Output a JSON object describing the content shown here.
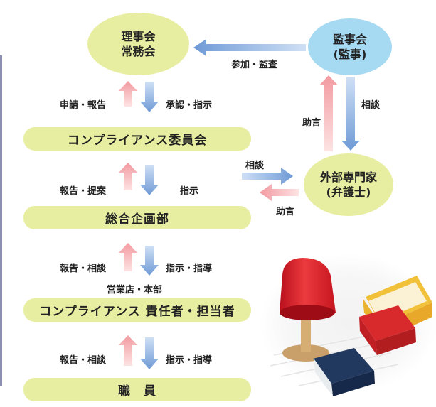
{
  "nodes": {
    "board": {
      "line1": "理事会",
      "line2": "常務会"
    },
    "auditor": {
      "line1": "監事会",
      "line2": "(監事)"
    },
    "committee": {
      "label": "コンプライアンス委員会"
    },
    "planning": {
      "label": "総合企画部"
    },
    "expert": {
      "line1": "外部専門家",
      "line2": "(弁護士)"
    },
    "officer": {
      "label": "コンプライアンス 責任者・担当者"
    },
    "staff": {
      "label": "職　員"
    }
  },
  "edge_labels": {
    "participate_audit": "参加・監査",
    "report_up_1": "申請・報告",
    "approve_down_1": "承認・指示",
    "report_up_2": "報告・提案",
    "instruct_down_2": "指示",
    "report_up_3": "報告・相談",
    "instruct_down_3": "指示・指導",
    "report_up_4": "報告・相談",
    "instruct_down_4": "指示・指導",
    "consult_to_expert": "相談",
    "advice_from_expert": "助言",
    "advice_to_auditor": "助言",
    "consult_to_expert_auditor": "相談",
    "branch_hq": "営業店・本部"
  },
  "colors": {
    "node_fill": "#e8eea1",
    "auditor_fill": "#a6d9f2",
    "up_arrow": "#f4a5a8",
    "down_arrow": "#7ea6da"
  }
}
